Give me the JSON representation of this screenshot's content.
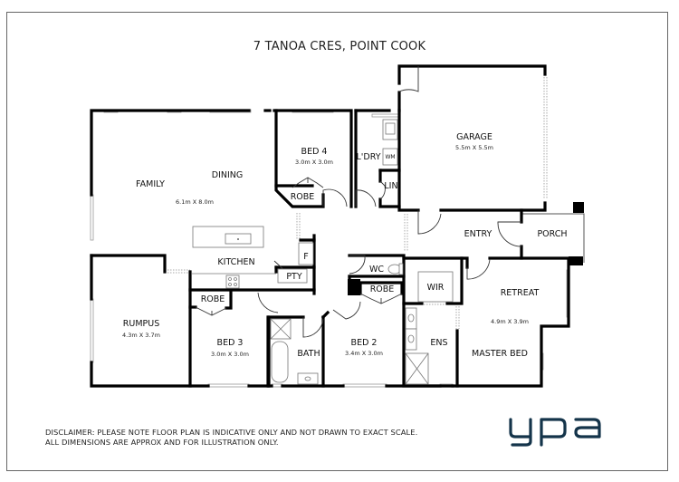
{
  "title": "7 TANOA CRES, POINT COOK",
  "rooms": {
    "family": {
      "label": "FAMILY",
      "dims": "6.1m X 8.0m"
    },
    "dining": {
      "label": "DINING"
    },
    "kitchen": {
      "label": "KITCHEN"
    },
    "bed4": {
      "label": "BED 4",
      "dims": "3.0m X 3.0m"
    },
    "bed4_robe": {
      "label": "ROBE"
    },
    "laundry": {
      "label": "L'DRY"
    },
    "washing_machine": {
      "label": "WM"
    },
    "linen": {
      "label": "LIN"
    },
    "garage": {
      "label": "GARAGE",
      "dims": "5.5m X 5.5m"
    },
    "entry": {
      "label": "ENTRY"
    },
    "porch": {
      "label": "PORCH"
    },
    "fridge": {
      "label": "F"
    },
    "pantry": {
      "label": "PTY"
    },
    "wc": {
      "label": "WC"
    },
    "bed2_robe": {
      "label": "ROBE"
    },
    "wir": {
      "label": "WIR"
    },
    "retreat": {
      "label": "RETREAT",
      "dims": "4.9m X 3.9m"
    },
    "master_bed": {
      "label": "MASTER BED"
    },
    "ensuite": {
      "label": "ENS"
    },
    "rumpus": {
      "label": "RUMPUS",
      "dims": "4.3m X 3.7m"
    },
    "bed3_robe": {
      "label": "ROBE"
    },
    "bed3": {
      "label": "BED 3",
      "dims": "3.0m X 3.0m"
    },
    "bath": {
      "label": "BATH"
    },
    "bed2": {
      "label": "BED 2",
      "dims": "3.4m X 3.0m"
    }
  },
  "disclaimer": {
    "line1": "DISCLAIMER: PLEASE NOTE FLOOR PLAN IS INDICATIVE ONLY AND NOT DRAWN TO EXACT SCALE.",
    "line2": "ALL DIMENSIONS ARE APPROX AND FOR ILLUSTRATION ONLY."
  },
  "logo": {
    "text": "ypa",
    "color": "#14344a"
  }
}
